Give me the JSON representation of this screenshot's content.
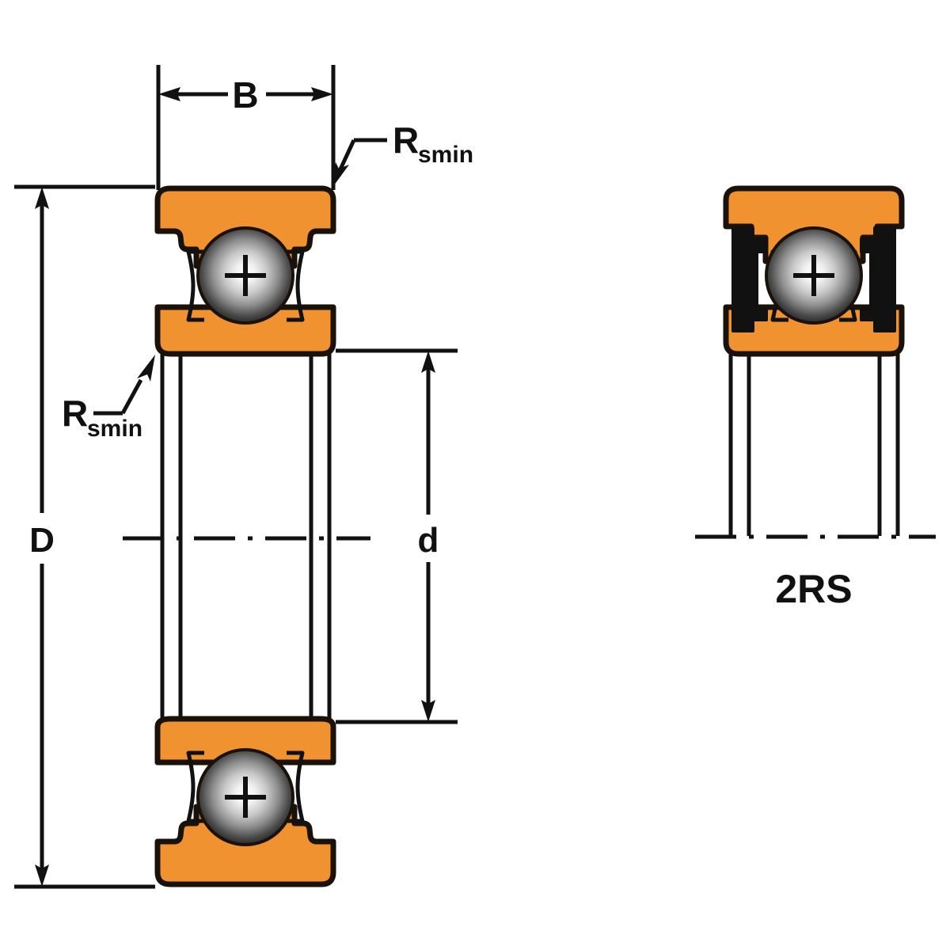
{
  "drawing": {
    "title": "Deep groove ball bearing cross-section dimensional drawing",
    "background_color": "#FFFFFF",
    "line_color": "#111111",
    "ring_color": "#F0922F",
    "ring_outline_color": "#1A1208",
    "ball_highlight_color": "#FFFFFF",
    "ball_edge_color": "#1C1C1C",
    "seal_color": "#111111"
  },
  "dimensions": {
    "width_label": "B",
    "outer_diameter_label": "D",
    "bore_diameter_label": "d",
    "fillet_label_main": "R",
    "fillet_label_subscript": "smin"
  },
  "callouts": {
    "fillet_top": {
      "main": "R",
      "subscript": "smin"
    },
    "fillet_bottom": {
      "main": "R",
      "subscript": "smin"
    }
  },
  "variants": {
    "open": {
      "name": "",
      "description": "Open deep groove ball bearing, half-section with centerline"
    },
    "sealed": {
      "name": "2RS",
      "description": "Double rubber sealed bearing variant"
    }
  },
  "legend": {
    "seal_variant_label": "2RS"
  }
}
